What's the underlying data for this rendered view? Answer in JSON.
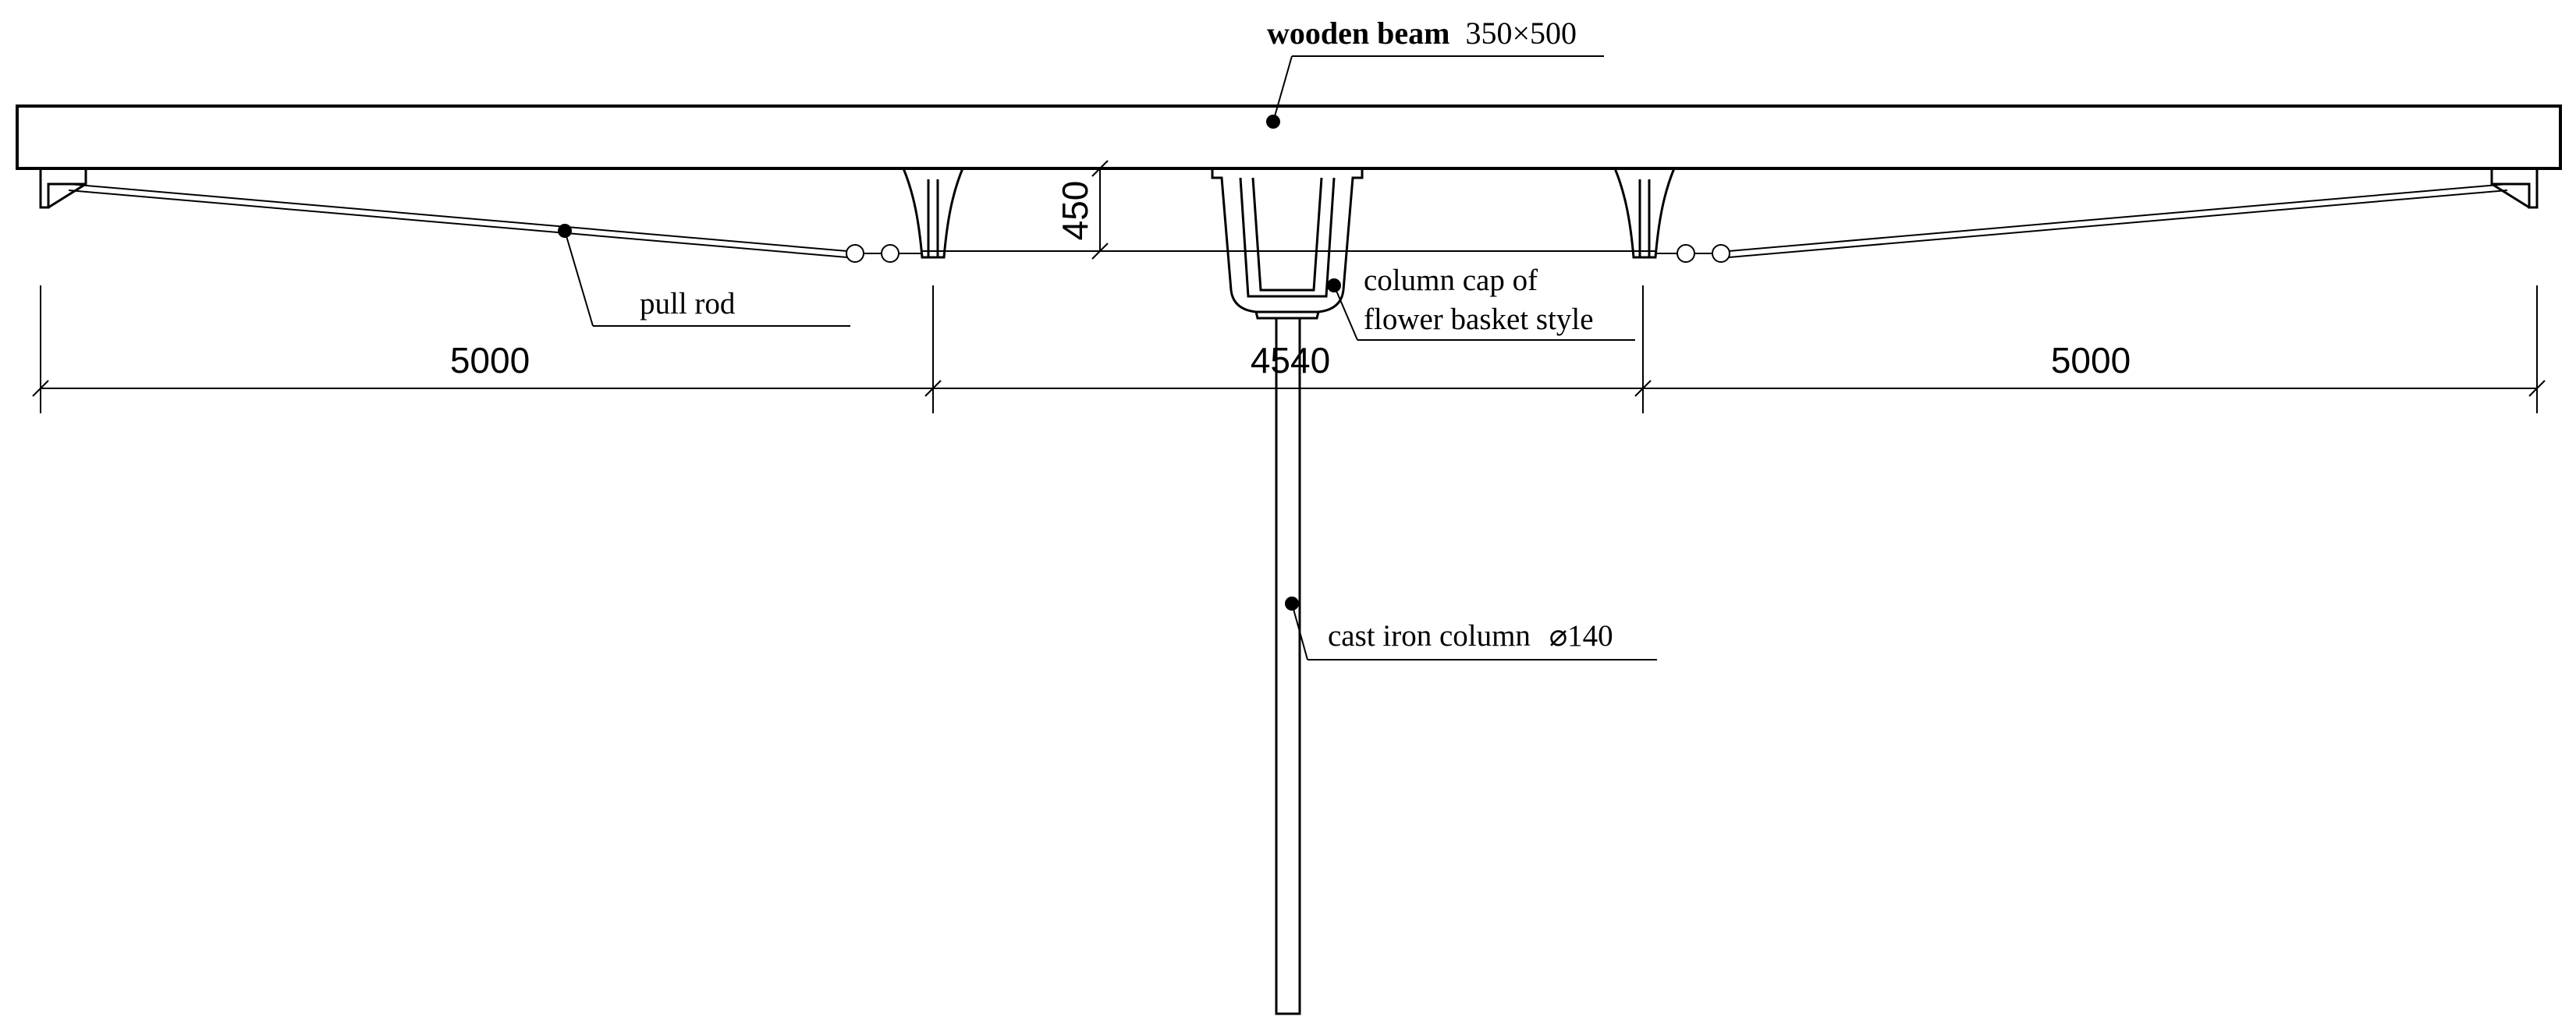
{
  "labels": {
    "beam_name": "wooden beam",
    "beam_size": "350×500",
    "pull_rod": "pull rod",
    "column_cap_line1": "column cap of",
    "column_cap_line2": "flower basket style",
    "column_name": "cast iron column",
    "column_size": "⌀140"
  },
  "dimensions": {
    "left_span": "5000",
    "middle_span": "4540",
    "right_span": "5000",
    "bracket_height": "450"
  }
}
